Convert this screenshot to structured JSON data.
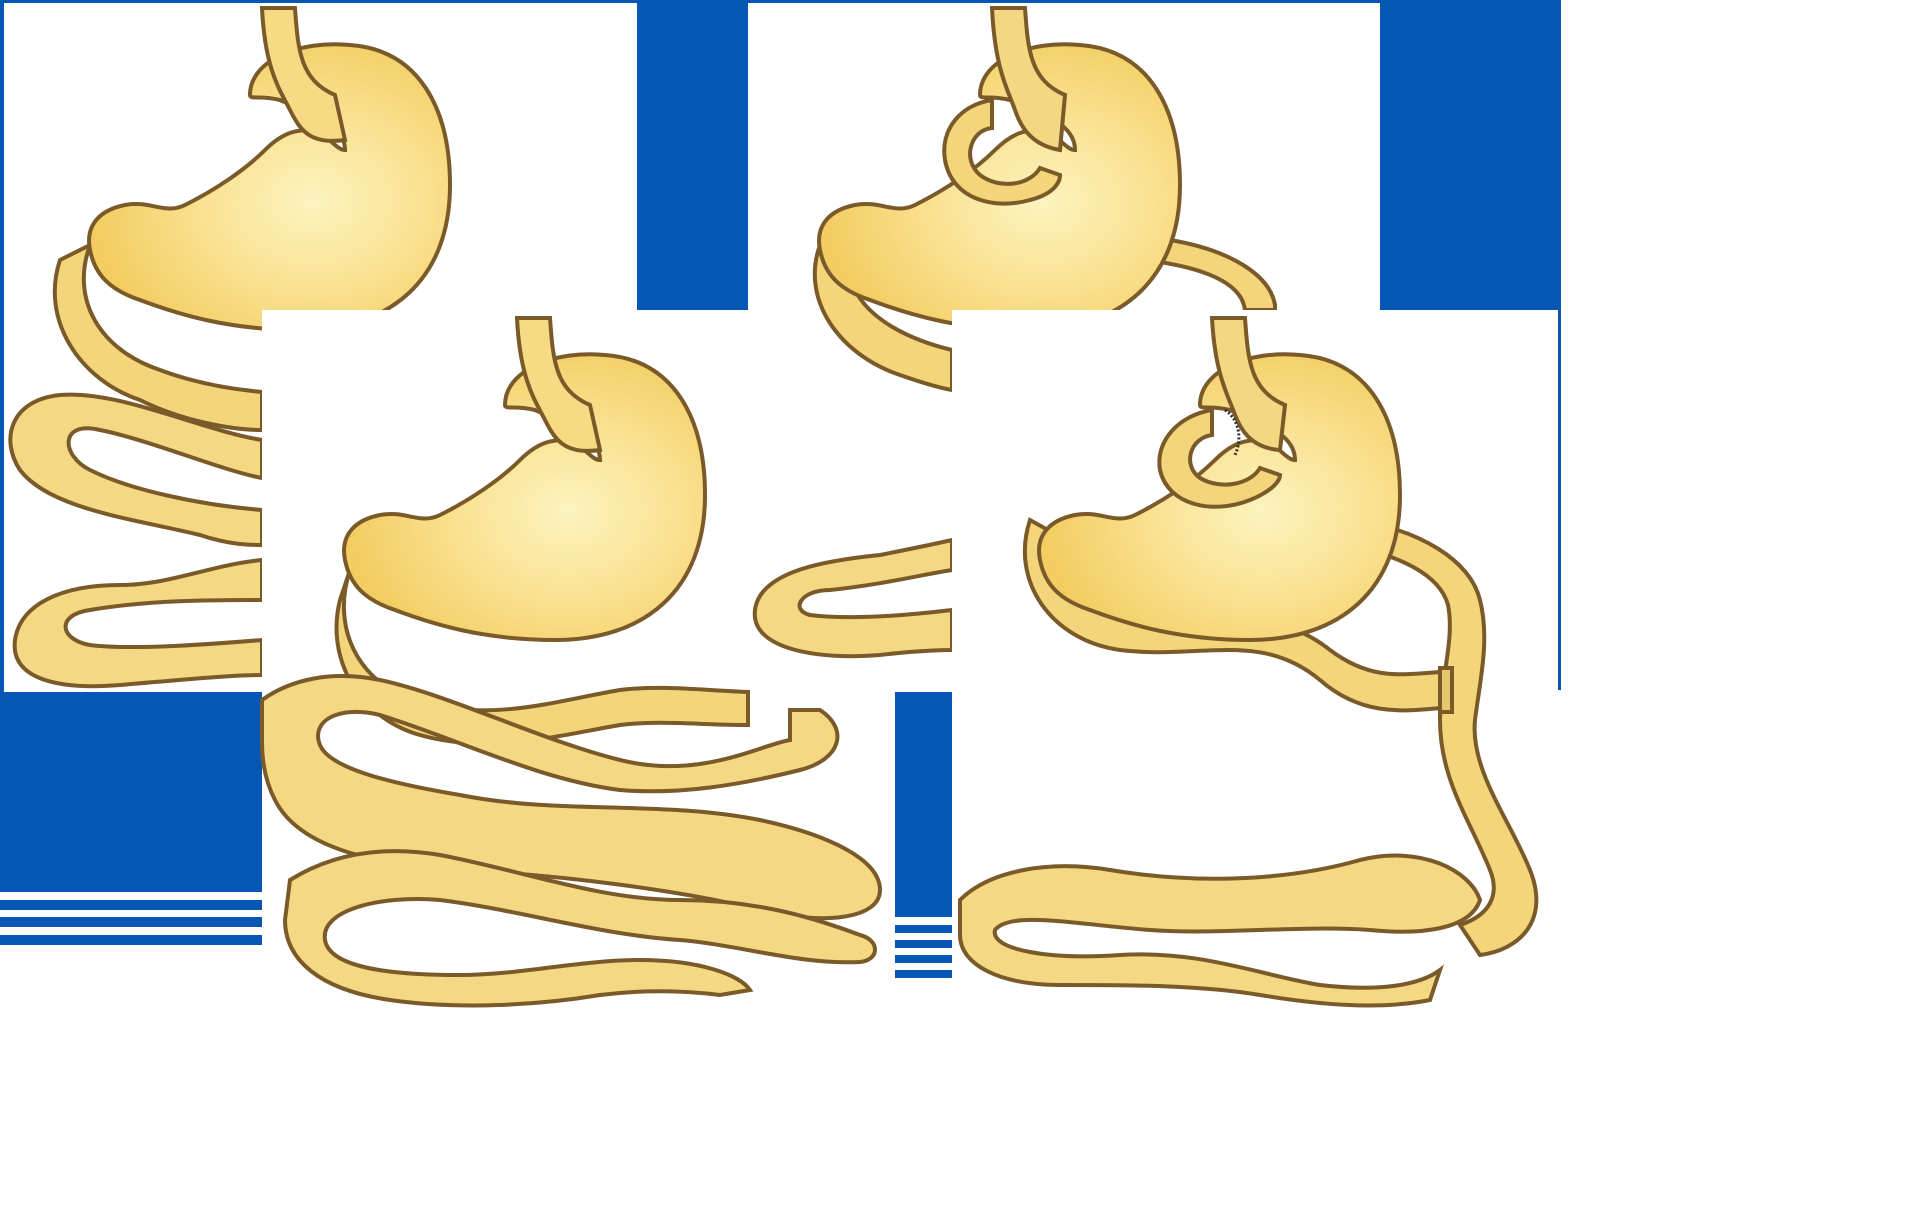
{
  "figure": {
    "panels": [
      {
        "id": "panel-1",
        "depiction": "stomach-and-intestine"
      },
      {
        "id": "panel-2",
        "depiction": "stomach-with-looped-bypass-limb"
      },
      {
        "id": "panel-3",
        "depiction": "stomach-and-intestine"
      },
      {
        "id": "panel-4",
        "depiction": "stomach-with-roux-limb-and-jejunojejunostomy"
      }
    ]
  },
  "colors": {
    "background": "#ffffff",
    "accent_blue": "#0656b3",
    "organ_fill": "#f7d97a",
    "organ_fill_light": "#fdf1b8",
    "organ_inner": "#efd58c",
    "organ_outline": "#7a5a28",
    "staple_line": "#333333"
  }
}
